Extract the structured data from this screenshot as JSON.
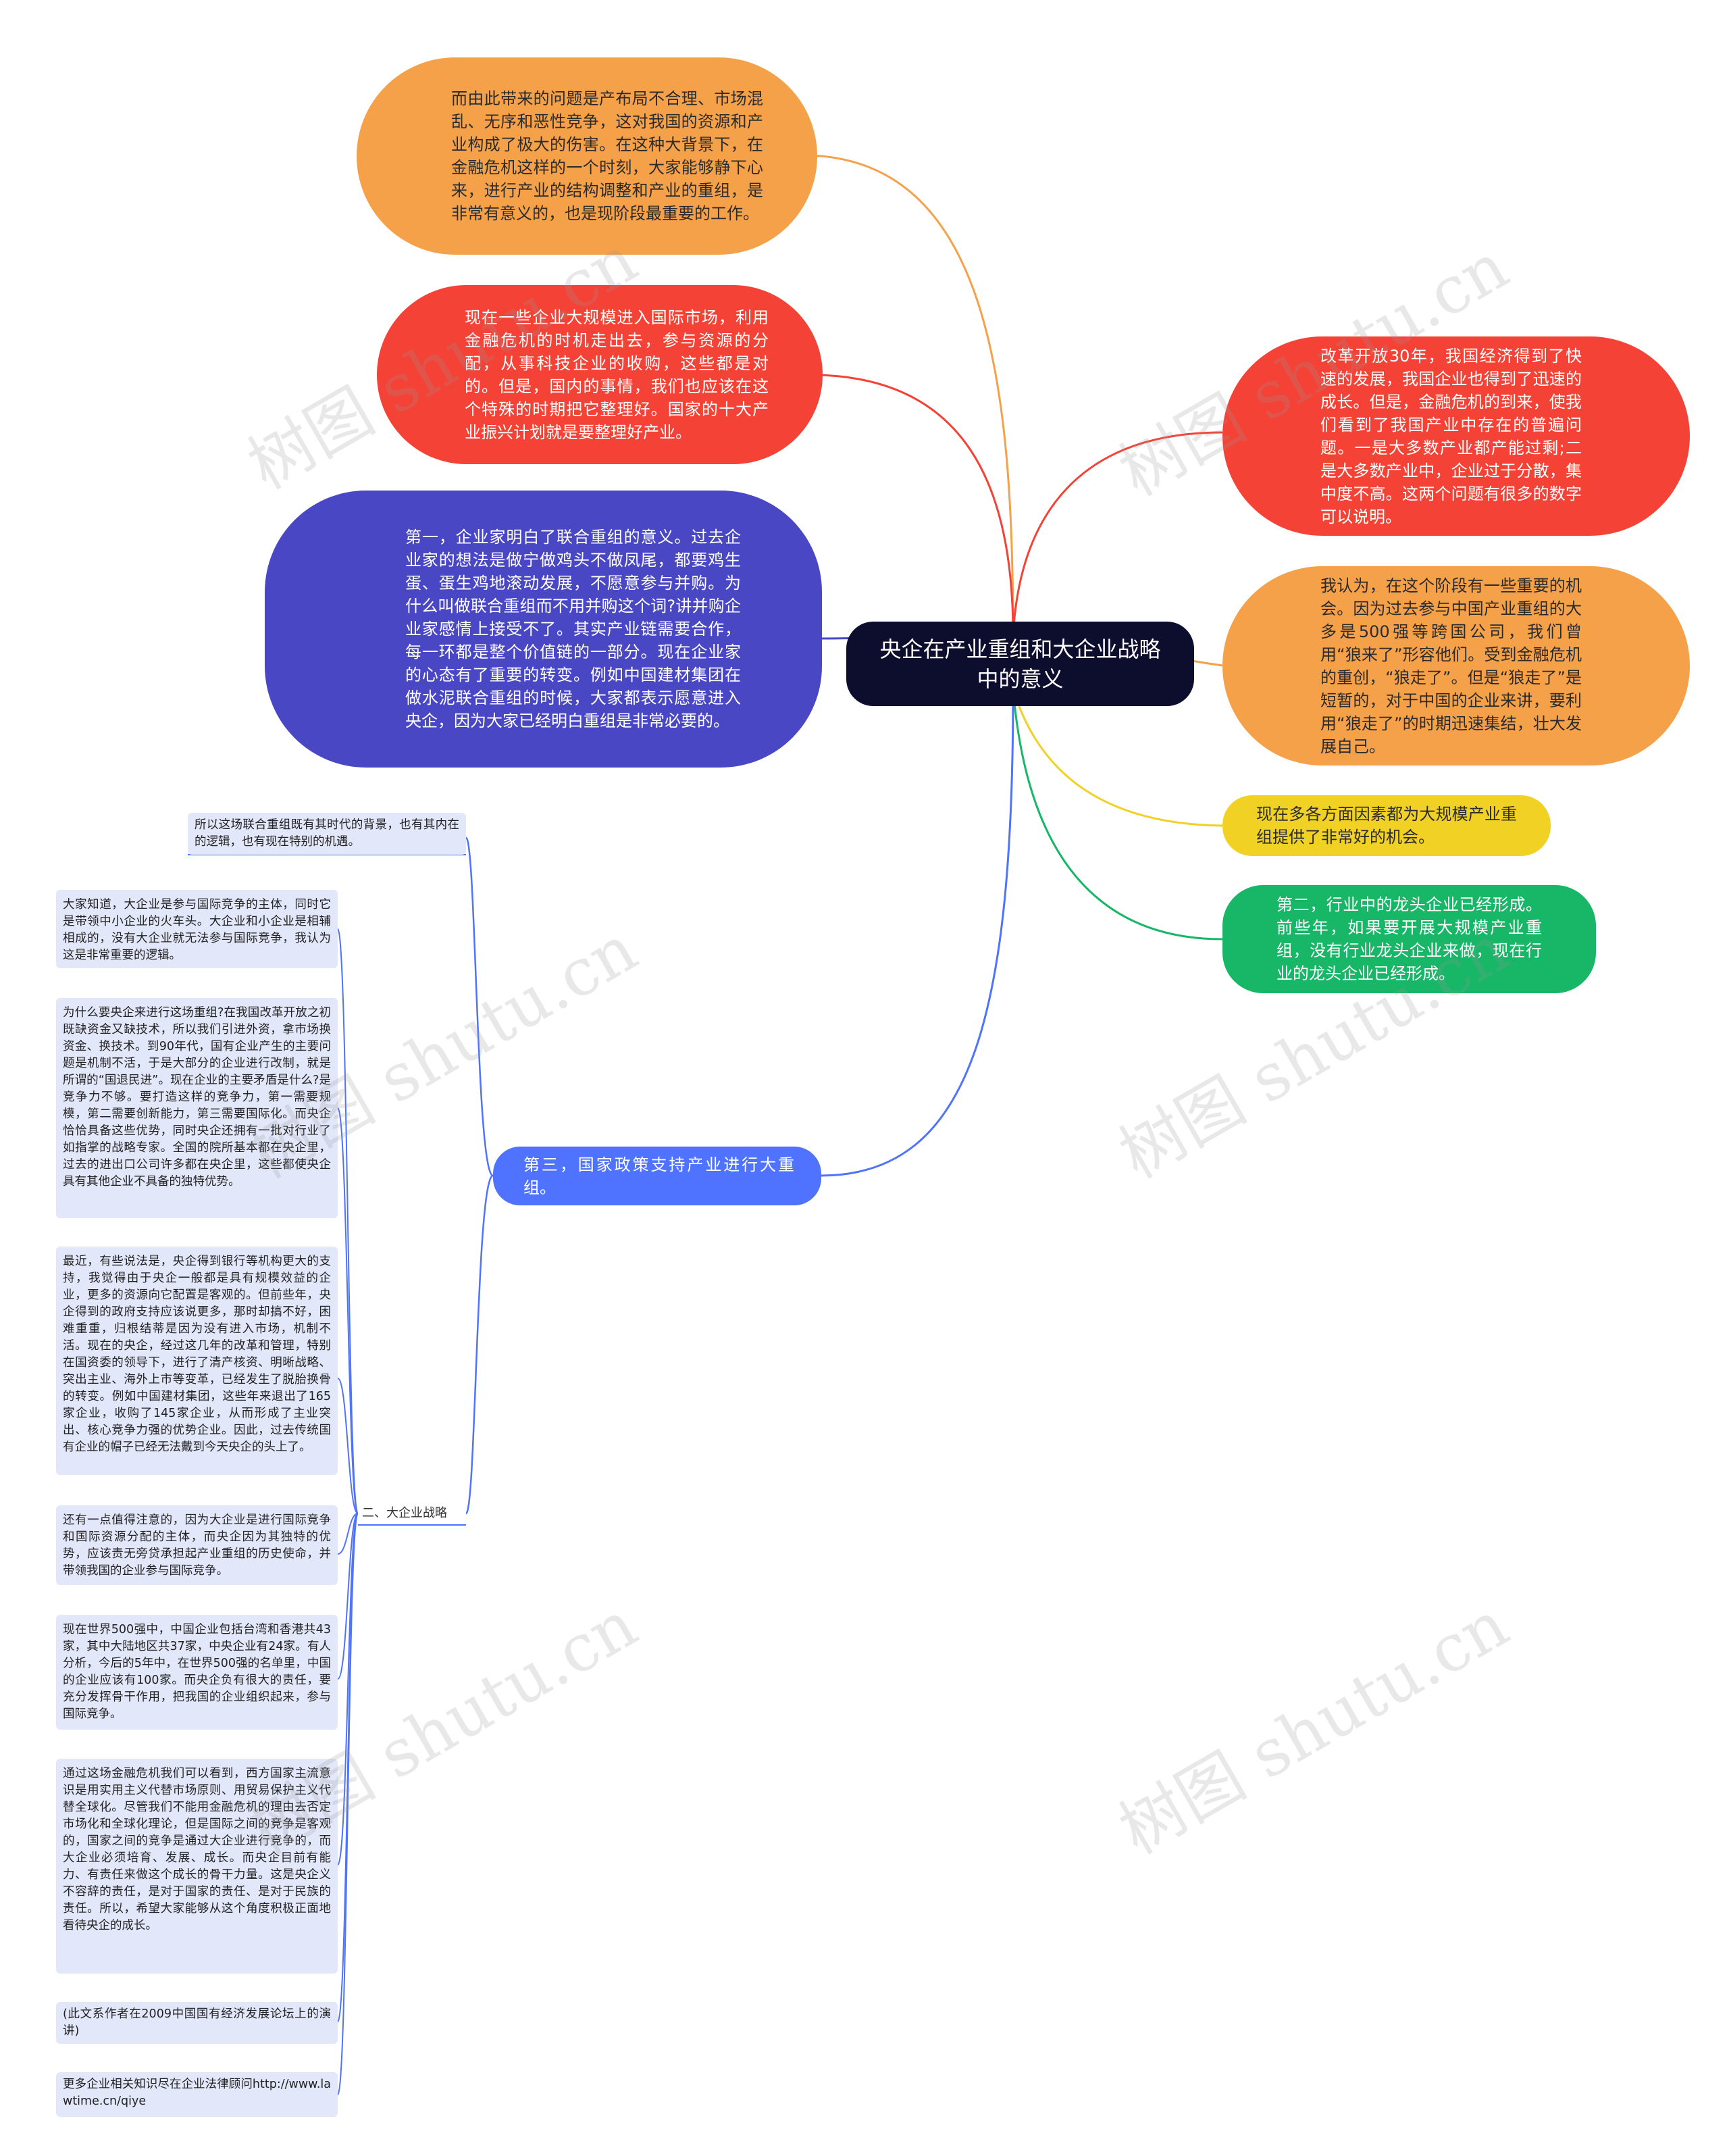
{
  "center": {
    "title": "央企在产业重组和大企业战略中的意义"
  },
  "left_nodes": {
    "n1": "而由此带来的问题是产布局不合理、市场混乱、无序和恶性竞争，这对我国的资源和产业构成了极大的伤害。在这种大背景下，在金融危机这样的一个时刻，大家能够静下心来，进行产业的结构调整和产业的重组，是非常有意义的，也是现阶段最重要的工作。",
    "n2": "现在一些企业大规模进入国际市场，利用金融危机的时机走出去，参与资源的分配，从事科技企业的收购，这些都是对的。但是，国内的事情，我们也应该在这个特殊的时期把它整理好。国家的十大产业振兴计划就是要整理好产业。",
    "n3": "第一，企业家明白了联合重组的意义。过去企业家的想法是做宁做鸡头不做凤尾，都要鸡生蛋、蛋生鸡地滚动发展，不愿意参与并购。为什么叫做联合重组而不用并购这个词?讲并购企业家感情上接受不了。其实产业链需要合作，每一环都是整个价值链的一部分。现在企业家的心态有了重要的转变。例如中国建材集团在做水泥联合重组的时候，大家都表示愿意进入央企，因为大家已经明白重组是非常必要的。",
    "n4": "第三，国家政策支持产业进行大重组。"
  },
  "right_nodes": {
    "n1": "改革开放30年，我国经济得到了快速的发展，我国企业也得到了迅速的成长。但是，金融危机的到来，使我们看到了我国产业中存在的普遍问题。一是大多数产业都产能过剩;二是大多数产业中，企业过于分散，集中度不高。这两个问题有很多的数字可以说明。",
    "n2": "我认为，在这个阶段有一些重要的机会。因为过去参与中国产业重组的大多是500强等跨国公司，我们曾用“狼来了”形容他们。受到金融危机的重创，“狼走了”。但是“狼走了”是短暂的，对于中国的企业来讲，要利用“狼走了”的时期迅速集结，壮大发展自己。",
    "n3": "现在多各方面因素都为大规模产业重组提供了非常好的机会。",
    "n4": "第二，行业中的龙头企业已经形成。前些年，如果要开展大规模产业重组，没有行业龙头企业来做，现在行业的龙头企业已经形成。"
  },
  "sub_nodes": {
    "background": "所以这场联合重组既有其时代的背景，也有其内在的逻辑，也有现在特别的机遇。",
    "strategy_label": "二、大企业战略",
    "cards": [
      "大家知道，大企业是参与国际竞争的主体，同时它是带领中小企业的火车头。大企业和小企业是相辅相成的，没有大企业就无法参与国际竞争，我认为这是非常重要的逻辑。",
      "为什么要央企来进行这场重组?在我国改革开放之初既缺资金又缺技术，所以我们引进外资，拿市场换资金、换技术。到90年代，国有企业产生的主要问题是机制不活，于是大部分的企业进行改制，就是所谓的“国退民进”。现在企业的主要矛盾是什么?是竞争力不够。要打造这样的竞争力，第一需要规模，第二需要创新能力，第三需要国际化。而央企恰恰具备这些优势，同时央企还拥有一批对行业了如指掌的战略专家。全国的院所基本都在央企里，过去的进出口公司许多都在央企里，这些都使央企具有其他企业不具备的独特优势。",
      "最近，有些说法是，央企得到银行等机构更大的支持，我觉得由于央企一般都是具有规模效益的企业，更多的资源向它配置是客观的。但前些年，央企得到的政府支持应该说更多，那时却搞不好，困难重重，归根结蒂是因为没有进入市场，机制不活。现在的央企，经过这几年的改革和管理，特别在国资委的领导下，进行了清产核资、明晰战略、突出主业、海外上市等变革，已经发生了脱胎换骨的转变。例如中国建材集团，这些年来退出了165家企业，收购了145家企业，从而形成了主业突出、核心竞争力强的优势企业。因此，过去传统国有企业的帽子已经无法戴到今天央企的头上了。",
      "还有一点值得注意的，因为大企业是进行国际竞争和国际资源分配的主体，而央企因为其独特的优势，应该责无旁贷承担起产业重组的历史使命，并带领我国的企业参与国际竞争。",
      "现在世界500强中，中国企业包括台湾和香港共43家，其中大陆地区共37家，中央企业有24家。有人分析，今后的5年中，在世界500强的名单里，中国的企业应该有100家。而央企负有很大的责任，要充分发挥骨干作用，把我国的企业组织起来，参与国际竞争。",
      "通过这场金融危机我们可以看到，西方国家主流意识是用实用主义代替市场原则、用贸易保护主义代替全球化。尽管我们不能用金融危机的理由去否定市场化和全球化理论，但是国际之间的竞争是客观的，国家之间的竞争是通过大企业进行竞争的，而大企业必须培育、发展、成长。而央企目前有能力、有责任来做这个成长的骨干力量。这是央企义不容辞的责任，是对于国家的责任、是对于民族的责任。所以，希望大家能够从这个角度积极正面地看待央企的成长。",
      "(此文系作者在2009中国国有经济发展论坛上的演讲)",
      "更多企业相关知识尽在企业法律顾问http://www.lawtime.cn/qiye"
    ]
  },
  "colors": {
    "center": "#0d0d2e",
    "orange": "#f5a14a",
    "red": "#f44336",
    "indigo": "#4a47c4",
    "yellow": "#f2d125",
    "green": "#18b667",
    "blue": "#4f73ff",
    "card": "#e3e7fa"
  },
  "watermark": "树图 shutu.cn"
}
